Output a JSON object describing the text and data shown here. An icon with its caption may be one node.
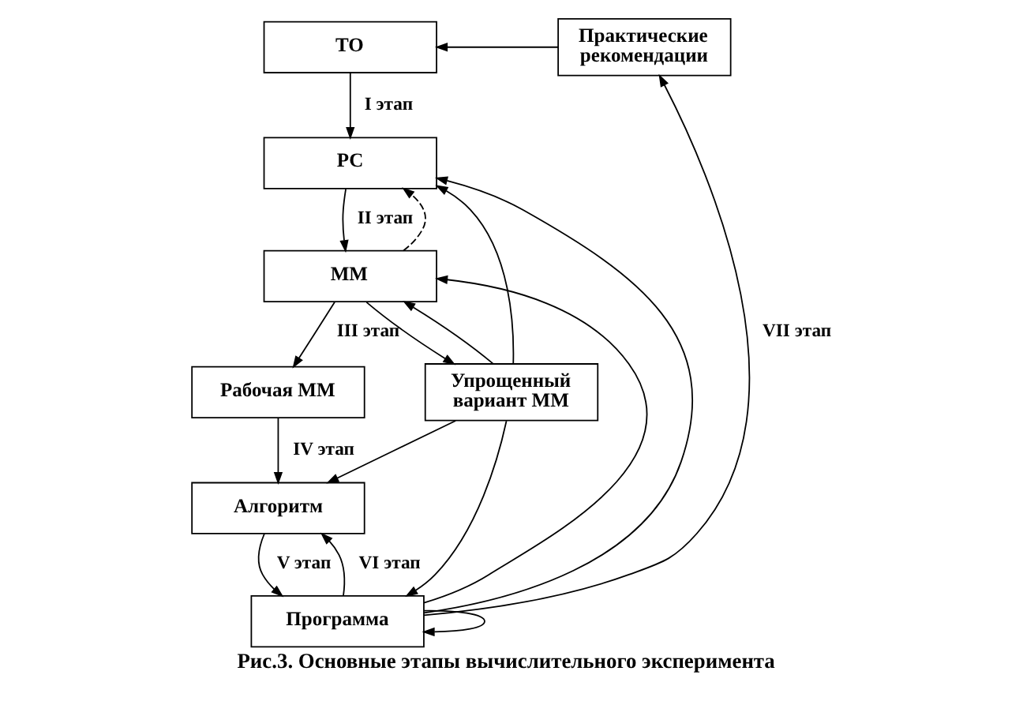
{
  "diagram": {
    "caption": "Рис.3. Основные этапы вычислительного эксперимента",
    "nodes": [
      {
        "text": [
          "ТО"
        ]
      },
      {
        "text": [
          "РС"
        ]
      },
      {
        "text": [
          "ММ"
        ]
      },
      {
        "text": [
          "Рабочая ММ"
        ]
      },
      {
        "text": [
          "Упрощенный вариант ММ"
        ]
      },
      {
        "text": [
          "Алгоритм"
        ]
      },
      {
        "text": [
          "Программа"
        ]
      },
      {
        "text": [
          "Практические рекомендации"
        ]
      }
    ],
    "edges": [
      {
        "from": 0,
        "to": 1,
        "arrow": "to",
        "label": "I этап"
      },
      {
        "from": 1,
        "to": 2,
        "arrow": "to",
        "label": "II этап"
      },
      {
        "from": 2,
        "to": 3,
        "arrow": "to",
        "label": "III этап"
      },
      {
        "from": 2,
        "to": 4,
        "arrow": "to"
      },
      {
        "from": 2,
        "to": 1,
        "arrow": "to",
        "style": "dashed"
      },
      {
        "from": 3,
        "to": 5,
        "arrow": "to",
        "label": "IV этап"
      },
      {
        "from": 5,
        "to": 6,
        "arrow": "to",
        "label": "V этап"
      },
      {
        "from": 4,
        "to": 5,
        "arrow": "to"
      },
      {
        "from": 4,
        "to": 6,
        "arrow": "to"
      },
      {
        "from": 4,
        "to": 1,
        "arrow": "to"
      },
      {
        "from": 4,
        "to": 2,
        "arrow": "to"
      },
      {
        "from": 6,
        "to": 5,
        "arrow": "to",
        "label": "VI этап"
      },
      {
        "from": 6,
        "to": 6,
        "arrow": "to"
      },
      {
        "from": 6,
        "to": 1,
        "arrow": "to"
      },
      {
        "from": 6,
        "to": 2,
        "arrow": "to"
      },
      {
        "from": 6,
        "to": 7,
        "arrow": "to",
        "label": "VII этап"
      },
      {
        "from": 7,
        "to": 0,
        "arrow": "to"
      }
    ]
  }
}
